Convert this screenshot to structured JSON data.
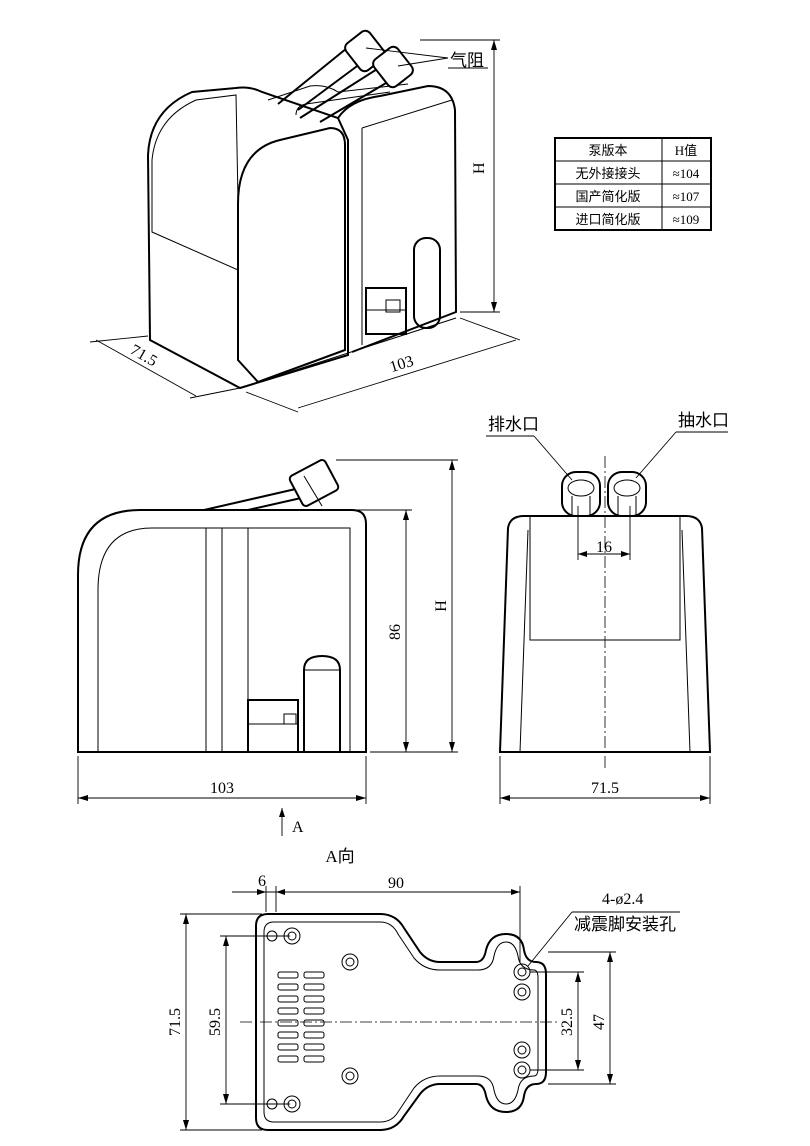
{
  "iso_view": {
    "label_gas_resistor": "气阻",
    "dim_depth": "71.5",
    "dim_length": "103",
    "dim_height": "H"
  },
  "h_table": {
    "header": [
      "泵版本",
      "H值"
    ],
    "rows": [
      [
        "无外接接头",
        "≈104"
      ],
      [
        "国产简化版",
        "≈107"
      ],
      [
        "进口简化版",
        "≈109"
      ]
    ]
  },
  "side_view": {
    "dim_height_body": "86",
    "dim_height_total": "H",
    "dim_length": "103",
    "view_arrow_label": "A"
  },
  "front_view": {
    "label_drain": "排水口",
    "label_suction": "抽水口",
    "dim_port_spacing": "16",
    "dim_width": "71.5"
  },
  "bottom_view": {
    "title": "A向",
    "dim_offset": "6",
    "dim_hole_span": "90",
    "hole_spec": "4-ø2.4",
    "hole_label": "减震脚安装孔",
    "dim_overall_width": "71.5",
    "dim_inner_width": "59.5",
    "dim_hole_spacing": "32.5",
    "dim_right_width": "47"
  }
}
